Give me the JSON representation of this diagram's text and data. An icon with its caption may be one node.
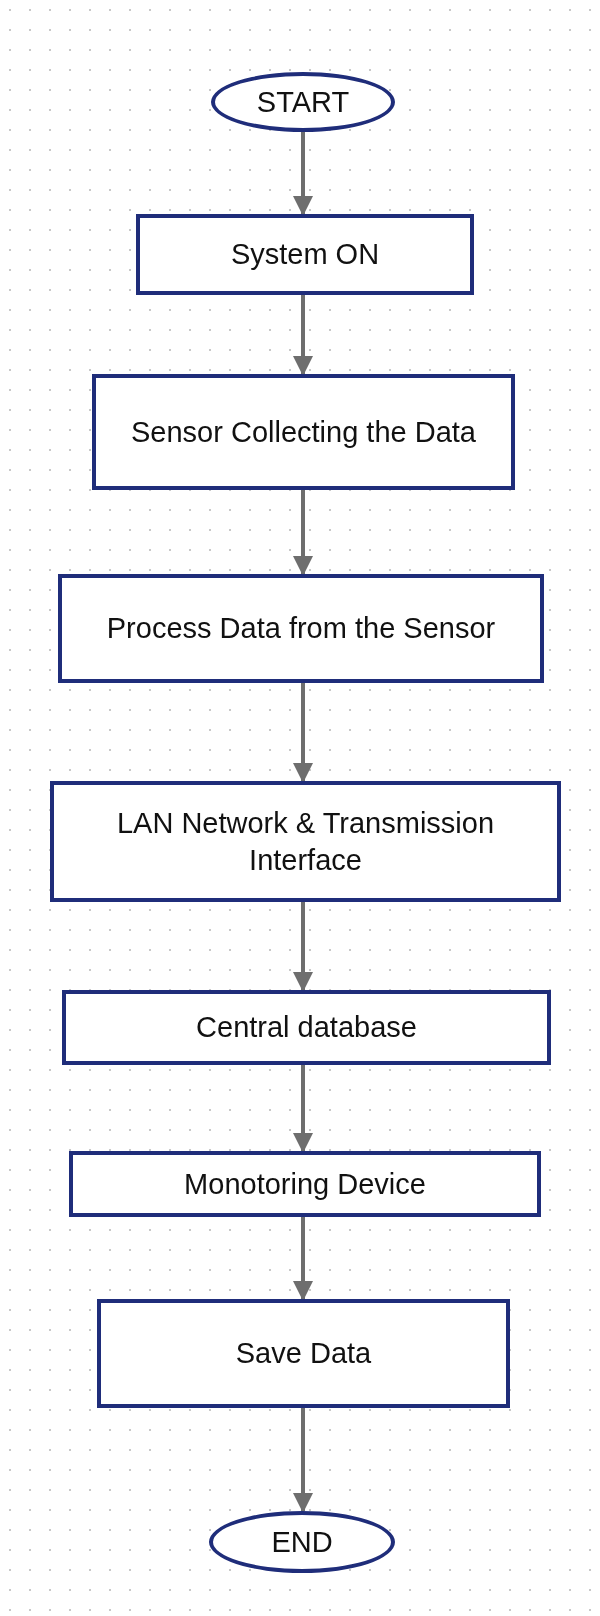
{
  "diagram": {
    "nodes": [
      {
        "text": [
          "START"
        ]
      },
      {
        "text": [
          "System ON"
        ]
      },
      {
        "text": [
          "Sensor Collecting the Data"
        ]
      },
      {
        "text": [
          "Process Data from the Sensor"
        ]
      },
      {
        "text": [
          "LAN Network & Transmission Interface"
        ]
      },
      {
        "text": [
          "Central database"
        ]
      },
      {
        "text": [
          "Monotoring Device"
        ]
      },
      {
        "text": [
          "Save Data"
        ]
      },
      {
        "text": [
          "END"
        ]
      }
    ],
    "edges": [
      {
        "from": 0,
        "to": 1,
        "arrow": "to"
      },
      {
        "from": 1,
        "to": 2,
        "arrow": "to"
      },
      {
        "from": 2,
        "to": 3,
        "arrow": "to"
      },
      {
        "from": 3,
        "to": 4,
        "arrow": "to"
      },
      {
        "from": 4,
        "to": 5,
        "arrow": "to"
      },
      {
        "from": 5,
        "to": 6,
        "arrow": "to"
      },
      {
        "from": 6,
        "to": 7,
        "arrow": "to"
      },
      {
        "from": 7,
        "to": 8,
        "arrow": "to"
      }
    ]
  }
}
